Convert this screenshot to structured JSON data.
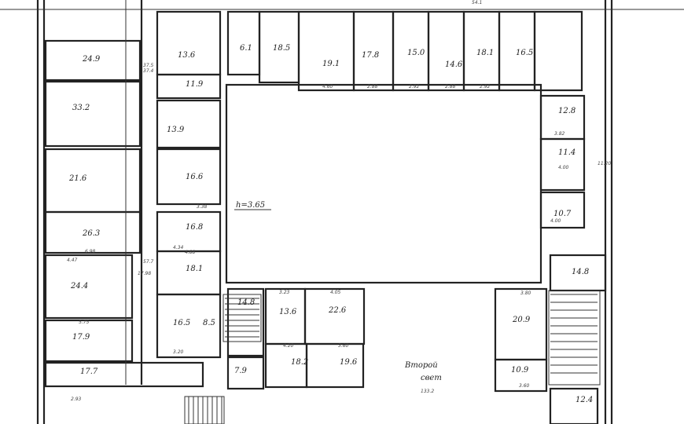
{
  "plan": {
    "ceiling_height": "h=3.65",
    "void_label_line1": "Второй",
    "void_label_line2": "свет",
    "void_area": "133.2",
    "room_areas": [
      "24.9",
      "33.2",
      "21.6",
      "26.3",
      "24.4",
      "17.9",
      "17.7",
      "13.6",
      "11.9",
      "13.9",
      "16.6",
      "16.8",
      "18.1",
      "16.5",
      "8.5",
      "6.1",
      "18.5",
      "19.1",
      "17.8",
      "15.0",
      "14.6",
      "18.1",
      "16.5",
      "12.8",
      "11.4",
      "10.7",
      "14.8",
      "14.8",
      "13.6",
      "22.6",
      "7.9",
      "18.2",
      "19.6",
      "20.9",
      "10.9",
      "12.4"
    ],
    "dimensions": [
      "4.47",
      "6.98",
      "5.75",
      "2.93",
      "3.38",
      "4.34",
      "4.88",
      "3.20",
      "4.60",
      "2.88",
      "2.92",
      "2.88",
      "2.92",
      "3.82",
      "4.00",
      "4.00",
      "3.80",
      "3.60",
      "4.20",
      "3.60",
      "4.05",
      "3.23",
      "37.5",
      "37.4",
      "54.1",
      "17.98",
      "11.20",
      "57.7"
    ]
  }
}
